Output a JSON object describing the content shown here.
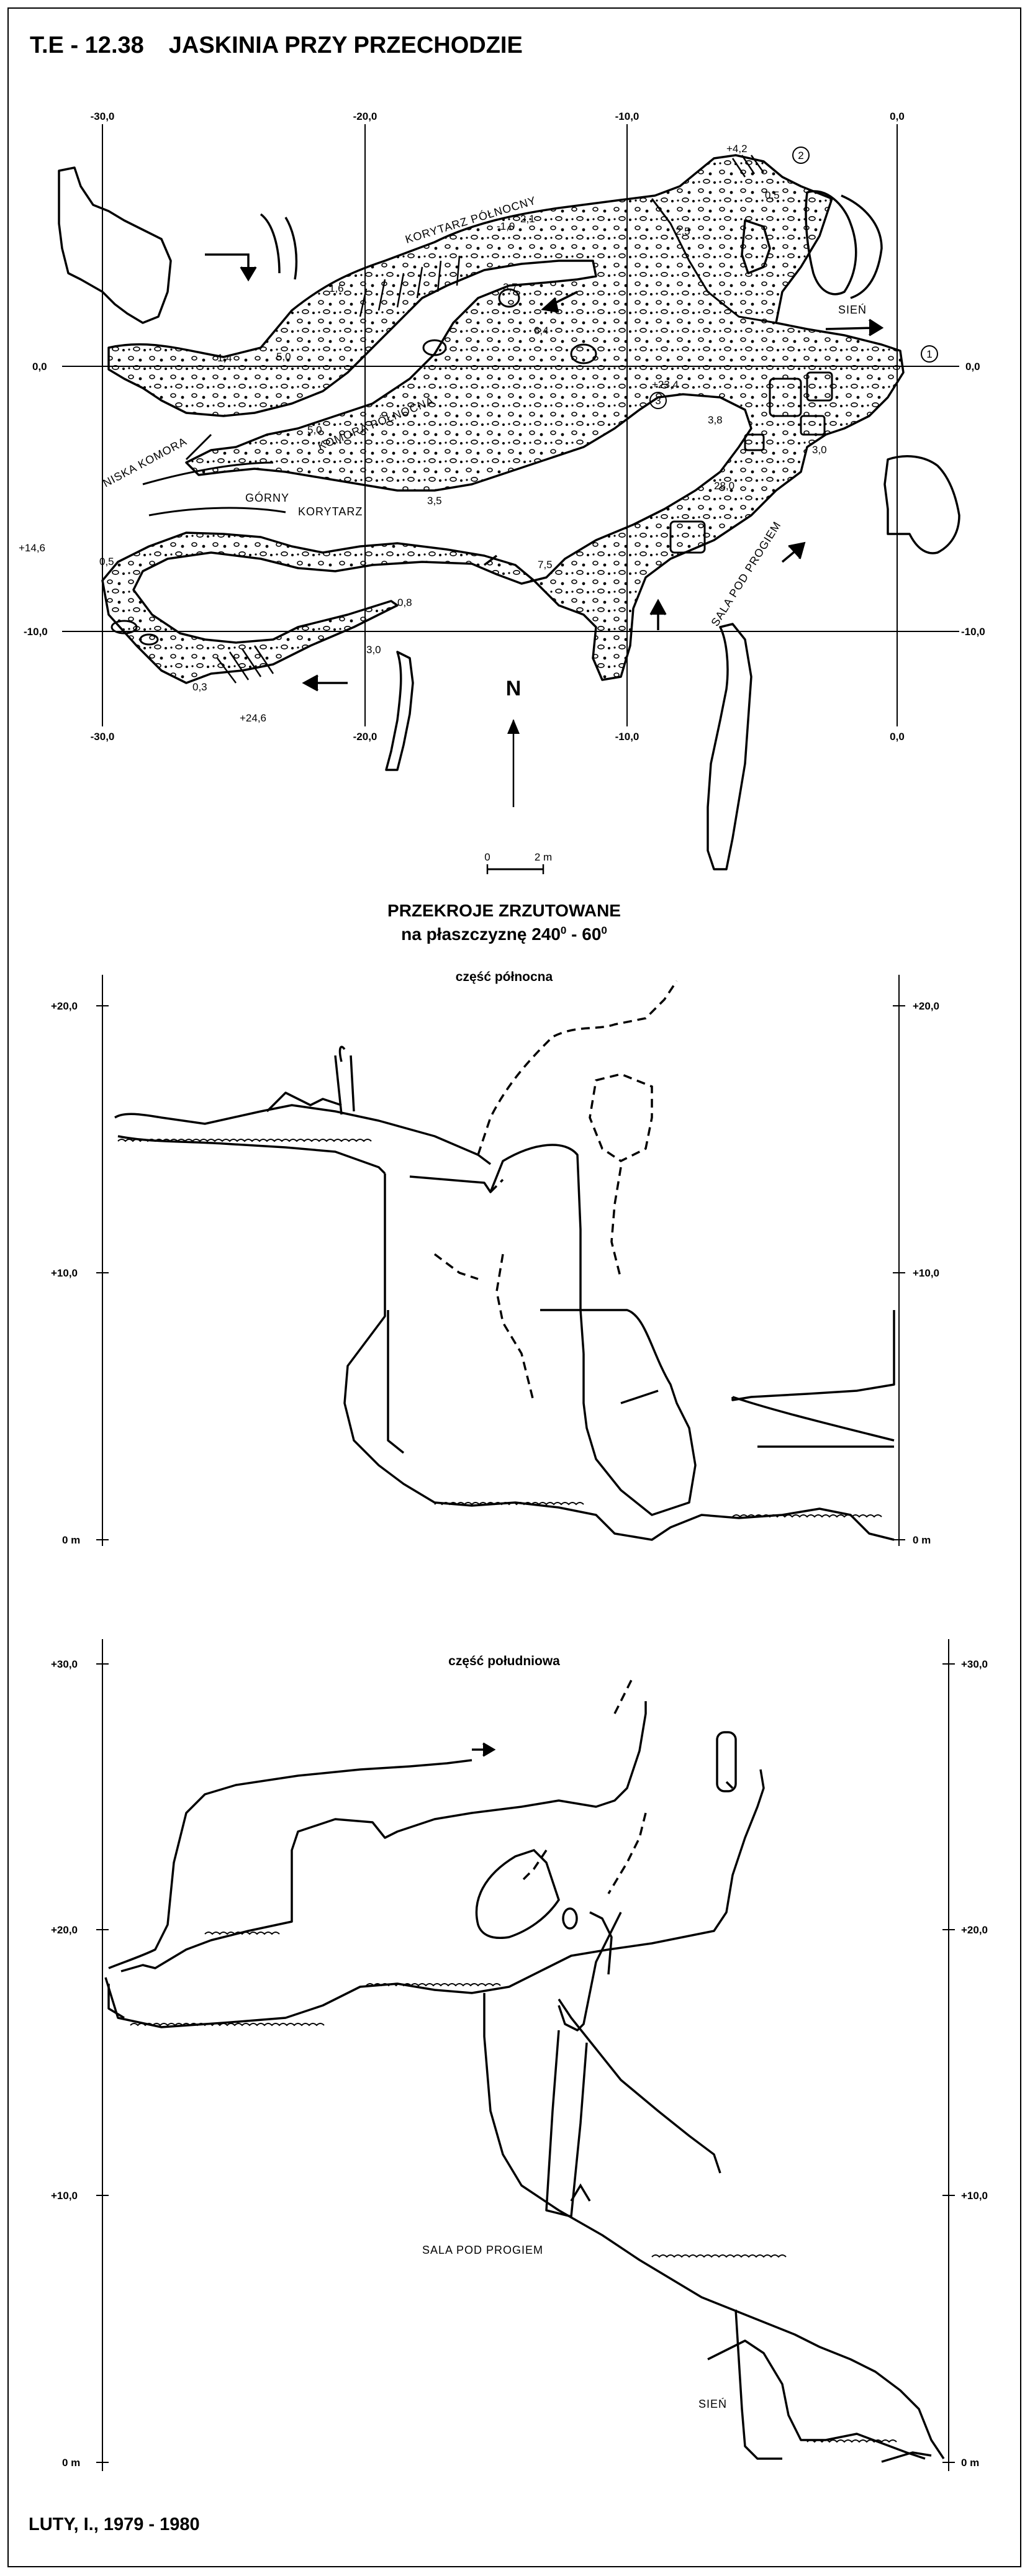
{
  "header": {
    "code": "T.E - 12.38",
    "name": "JASKINIA PRZY PRZECHODZIE"
  },
  "plan": {
    "x_ticks_top": [
      "-30,0",
      "-20,0",
      "-10,0",
      "0,0"
    ],
    "x_ticks_bottom": [
      "-30,0",
      "-20,0",
      "-10,0",
      "0,0"
    ],
    "y_ticks_left": [
      "0,0",
      "-10,0"
    ],
    "y_ticks_right": [
      "0,0",
      "-10,0"
    ],
    "rooms": {
      "korytarz_polnocny": "KORYTARZ PÓŁNOCNY",
      "komora_polnocna": "KOMORA PÓŁNOCNA",
      "niska_komora": "NISKA KOMORA",
      "gorny": "GÓRNY",
      "korytarz": "KORYTARZ",
      "sien": "SIEŃ",
      "sala_pod_progiem": "SALA POD PROGIEM"
    },
    "elevations": [
      "+4,2",
      "0,5",
      "-1,0",
      "2,1",
      "2,5",
      "1,6",
      "3,7",
      "6,4",
      "1,4",
      "5,0",
      "5,0",
      "+23,4",
      "3,8",
      "28,0",
      "3,0",
      "3,5",
      "7,5",
      "+14,6",
      "0,5",
      "0,8",
      "3,0",
      "0,3",
      "+24,6"
    ],
    "entrance_markers": [
      "1",
      "2",
      "3"
    ],
    "north_label": "N",
    "scale": {
      "zero": "0",
      "length": "2 m"
    }
  },
  "sections": {
    "title": "PRZEKROJE ZRZUTOWANE",
    "subtitle_prefix": "na płaszczyznę 240",
    "subtitle_mid": " - 60",
    "deg": "0",
    "north": {
      "label": "część północna",
      "ticks_left": [
        "+20,0",
        "+10,0",
        "0 m"
      ],
      "ticks_right": [
        "+20,0",
        "+10,0",
        "0 m"
      ]
    },
    "south": {
      "label": "część południowa",
      "ticks_left": [
        "+30,0",
        "+20,0",
        "+10,0",
        "0 m"
      ],
      "ticks_right": [
        "+30,0",
        "+20,0",
        "+10,0",
        "0 m"
      ],
      "room_sala": "SALA POD PROGIEM",
      "room_sien": "SIEŃ"
    }
  },
  "footer": {
    "author": "LUTY, I., 1979 - 1980"
  }
}
